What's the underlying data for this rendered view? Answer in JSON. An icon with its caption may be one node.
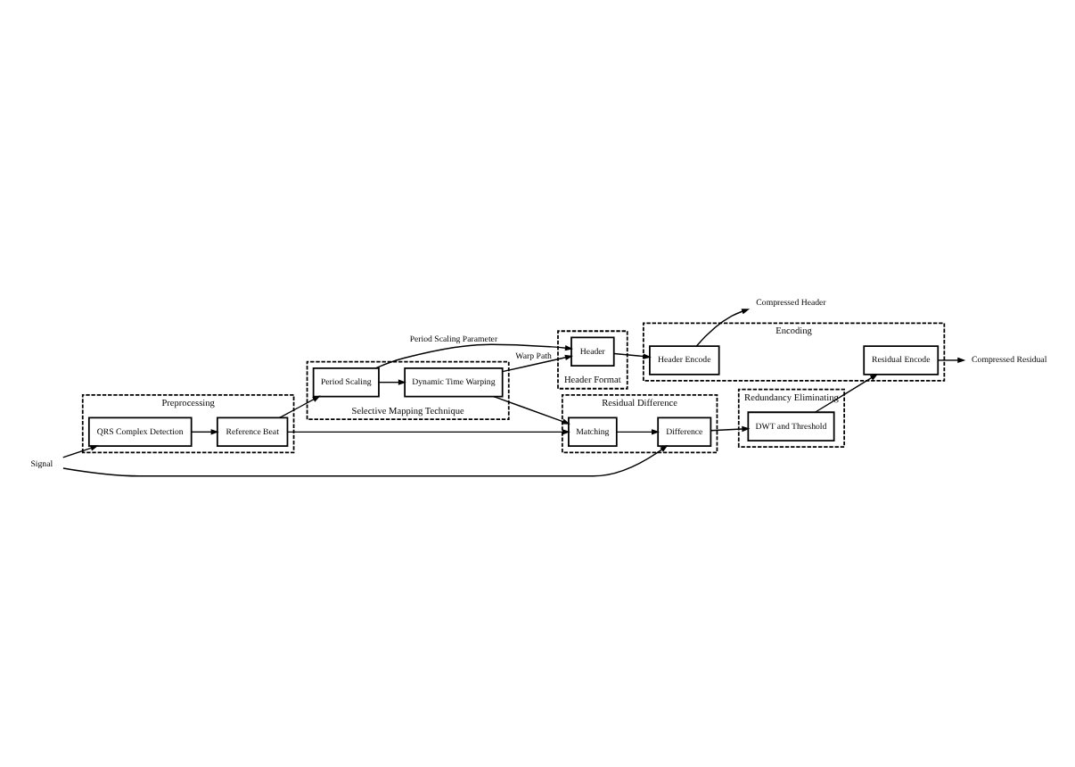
{
  "diagram": {
    "nodes": [
      {
        "text": [
          "Preprocessing"
        ]
      },
      {
        "text": [
          "Residual Difference"
        ]
      },
      {
        "text": [
          "Redundancy Eliminating"
        ]
      },
      {
        "text": [
          "Encoding"
        ]
      },
      {
        "text": [
          "Signal"
        ]
      },
      {
        "text": [
          "Difference"
        ],
        "in": 1
      },
      {
        "text": [
          "DWT and Threshold"
        ],
        "in": 2
      },
      {
        "text": [
          "Residual Encode"
        ],
        "in": 3
      },
      {
        "text": [
          "Compressed Residual"
        ]
      },
      {
        "text": [
          "QRS Complex Detection"
        ],
        "in": 0
      },
      {
        "text": [
          "Reference Beat"
        ],
        "in": 0
      },
      {
        "text": [
          "Matching"
        ],
        "in": 1
      },
      {
        "text": [
          "Selective Mapping Technique"
        ]
      },
      {
        "text": [
          "Period Scaling"
        ],
        "in": 12
      },
      {
        "text": [
          "Header Format"
        ]
      },
      {
        "text": [
          "Header"
        ],
        "in": 14
      },
      {
        "text": [
          "Header Encode"
        ],
        "in": 3
      },
      {
        "text": [
          "Compressed Header"
        ]
      },
      {
        "text": [
          "Dynamic Time Warping"
        ],
        "in": 12
      }
    ],
    "edges": [
      {
        "from": 4,
        "to": 5,
        "arrow": "to"
      },
      {
        "from": 4,
        "to": 9,
        "arrow": "to"
      },
      {
        "from": 9,
        "to": 10,
        "arrow": "to"
      },
      {
        "from": 10,
        "to": 11,
        "arrow": "to"
      },
      {
        "from": 10,
        "to": 13,
        "arrow": "to"
      },
      {
        "from": 11,
        "to": 5,
        "arrow": "to"
      },
      {
        "from": 5,
        "to": 6,
        "arrow": "to"
      },
      {
        "from": 6,
        "to": 7,
        "arrow": "to"
      },
      {
        "from": 7,
        "to": 8,
        "arrow": "to"
      },
      {
        "from": 13,
        "to": 18,
        "arrow": "to"
      },
      {
        "from": 13,
        "to": 15,
        "arrow": "to",
        "label": "Period Scaling Parameter"
      },
      {
        "from": 18,
        "to": 11,
        "arrow": "to"
      },
      {
        "from": 18,
        "to": 15,
        "arrow": "to",
        "label": "Warp Path"
      },
      {
        "from": 15,
        "to": 16,
        "arrow": "to"
      },
      {
        "from": 16,
        "to": 17,
        "arrow": "to"
      }
    ]
  }
}
